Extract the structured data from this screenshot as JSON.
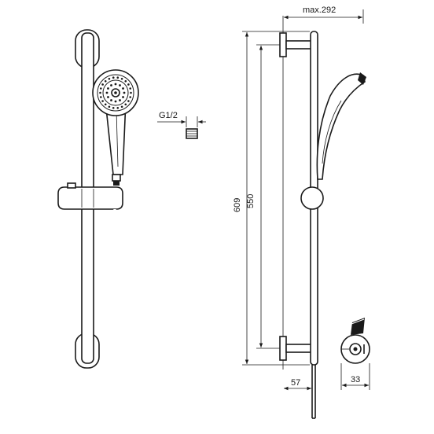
{
  "dimensions": {
    "max_width": "max.292",
    "thread": "G1/2",
    "total_height": "609",
    "bracket_spacing": "550",
    "wall_offset": "57",
    "slider_depth": "33"
  },
  "colors": {
    "line": "#1a1a1a",
    "background": "#ffffff"
  }
}
